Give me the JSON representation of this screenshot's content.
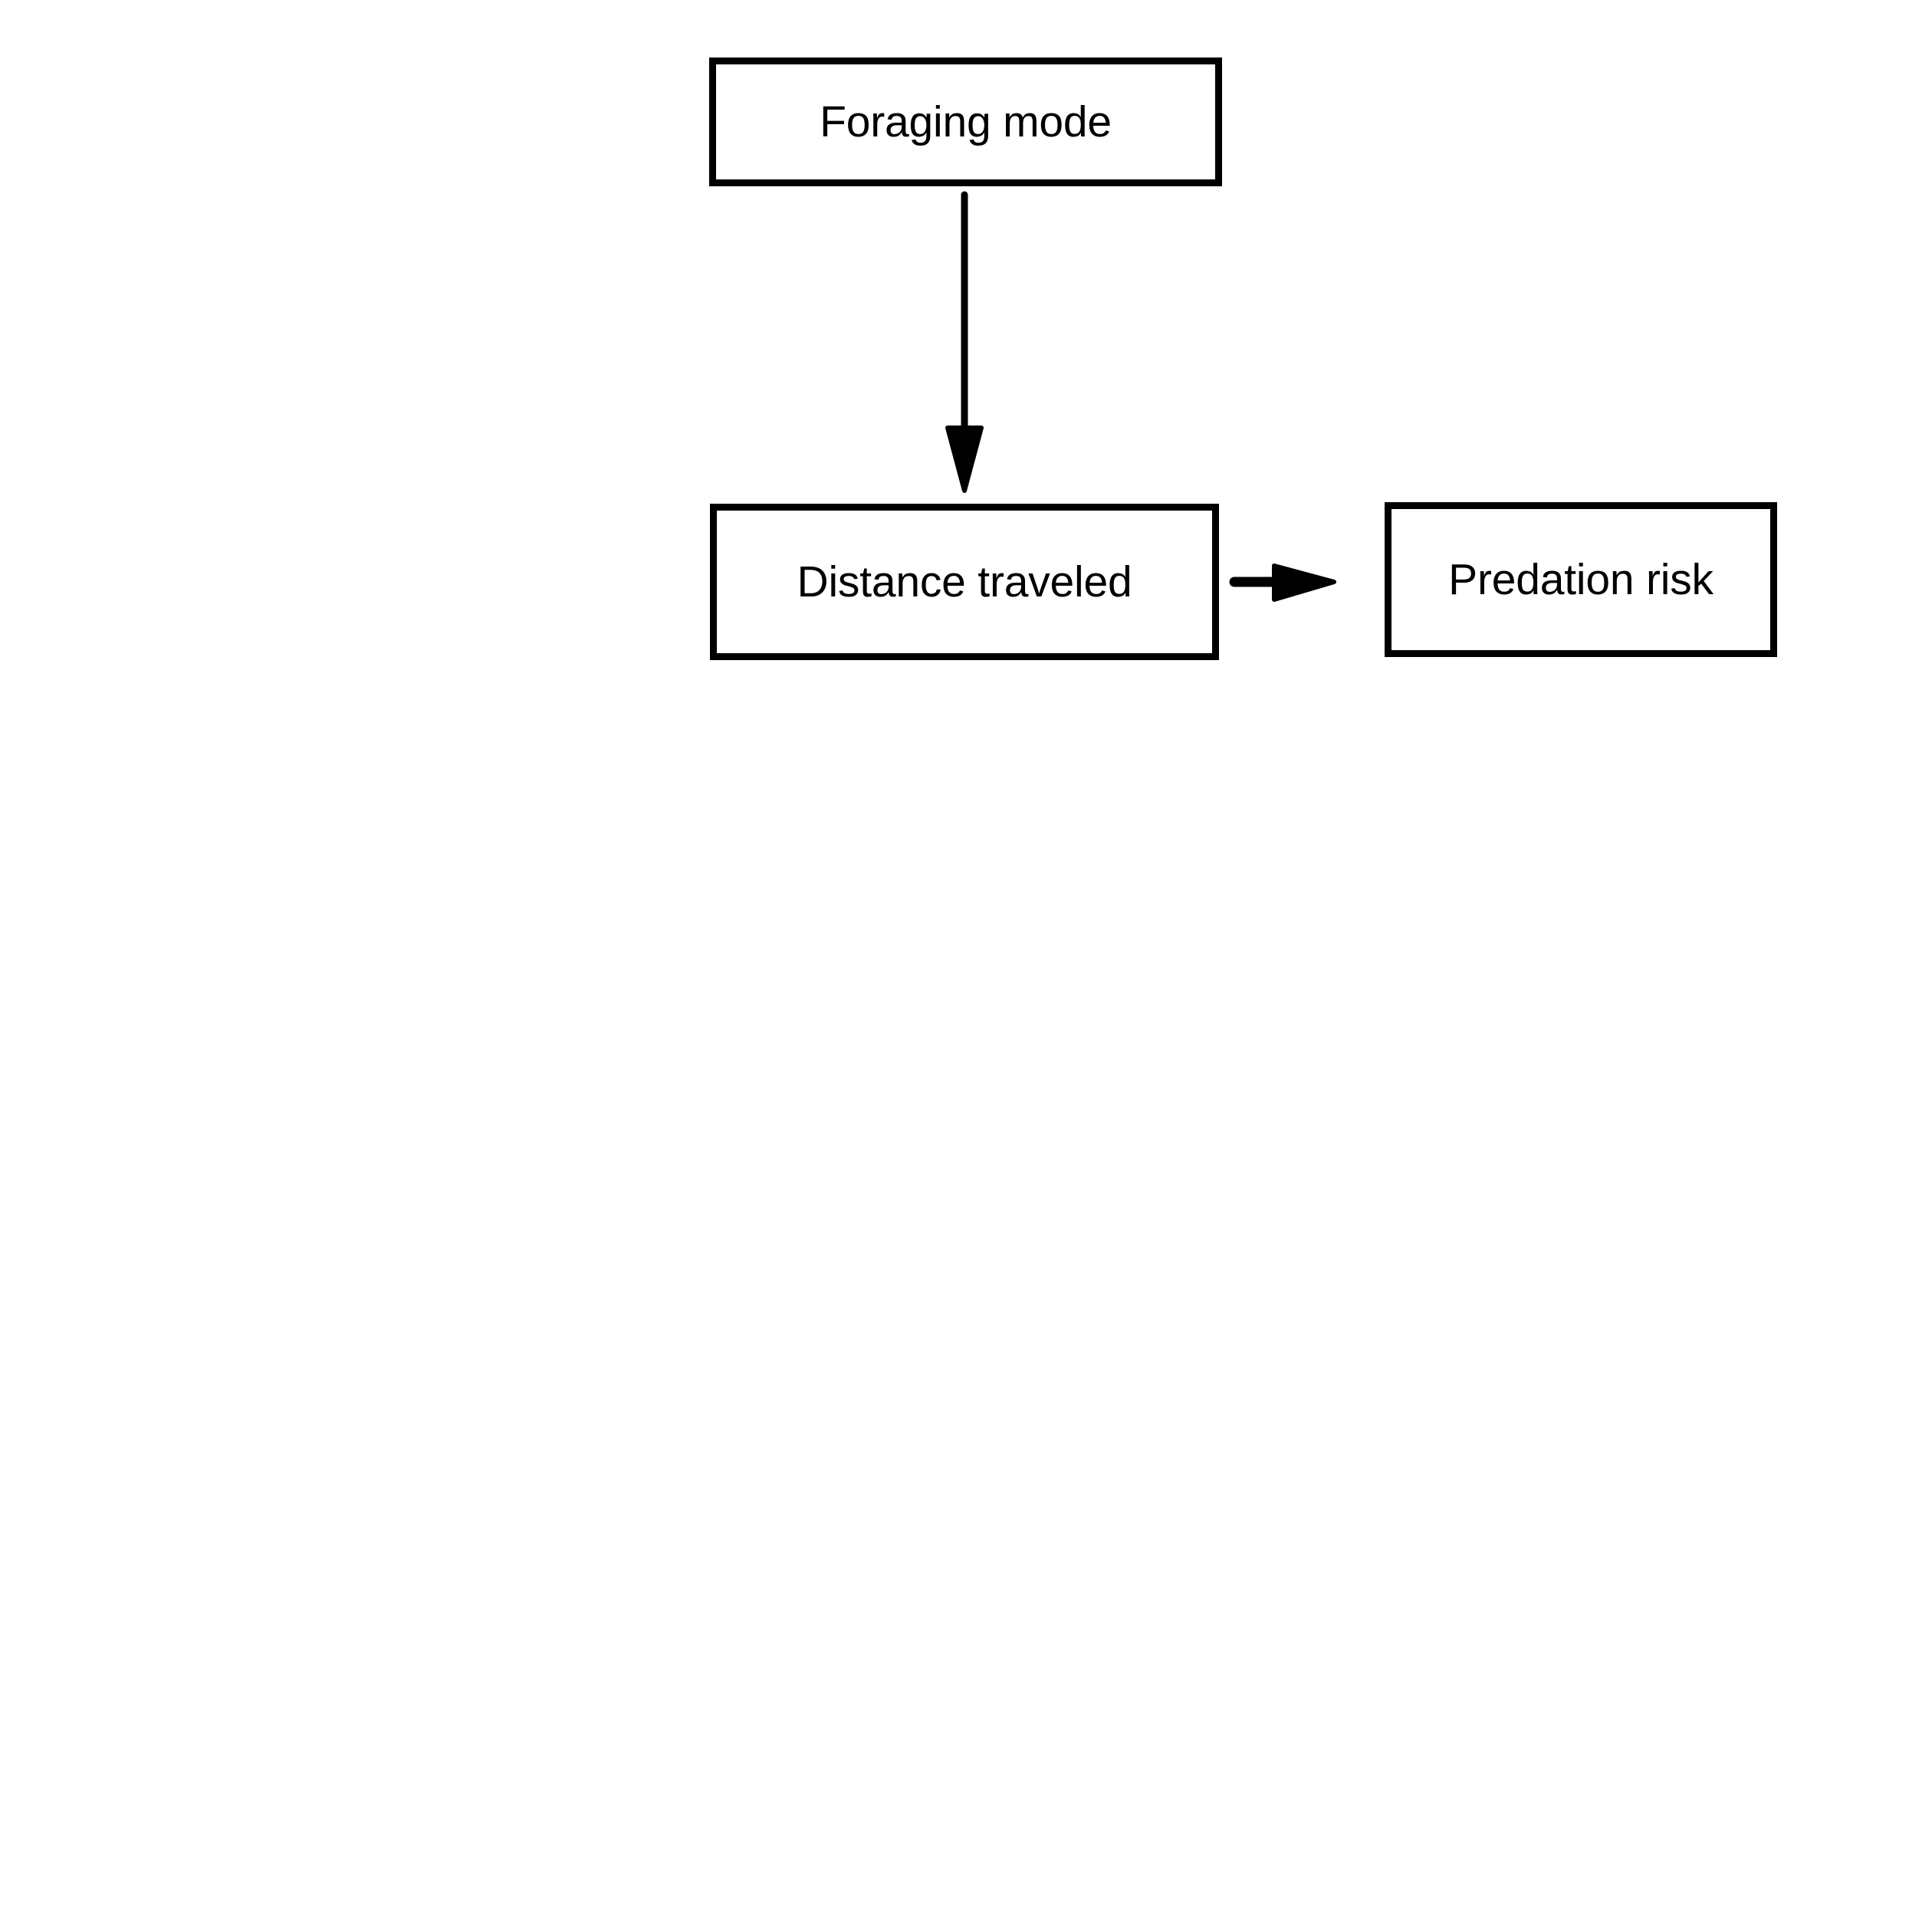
{
  "diagram": {
    "type": "flowchart",
    "orientation": "mixed",
    "background_color": "#ffffff",
    "stroke_color": "#000000",
    "nodes": [
      {
        "id": "foraging-mode",
        "label": "Foraging mode",
        "shape": "rectangle",
        "fill": "#ffffff",
        "border_color": "#000000"
      },
      {
        "id": "distance-traveled",
        "label": "Distance traveled",
        "shape": "rectangle",
        "fill": "#ffffff",
        "border_color": "#000000"
      },
      {
        "id": "predation-risk",
        "label": "Predation risk",
        "shape": "rectangle",
        "fill": "#ffffff",
        "border_color": "#000000"
      }
    ],
    "edges": [
      {
        "id": "foraging-to-distance",
        "from": "foraging-mode",
        "to": "distance-traveled",
        "direction": "down",
        "arrowhead": "solid-triangle",
        "label": ""
      },
      {
        "id": "distance-to-predation",
        "from": "distance-traveled",
        "to": "predation-risk",
        "direction": "right",
        "arrowhead": "solid-triangle",
        "label": ""
      }
    ]
  }
}
